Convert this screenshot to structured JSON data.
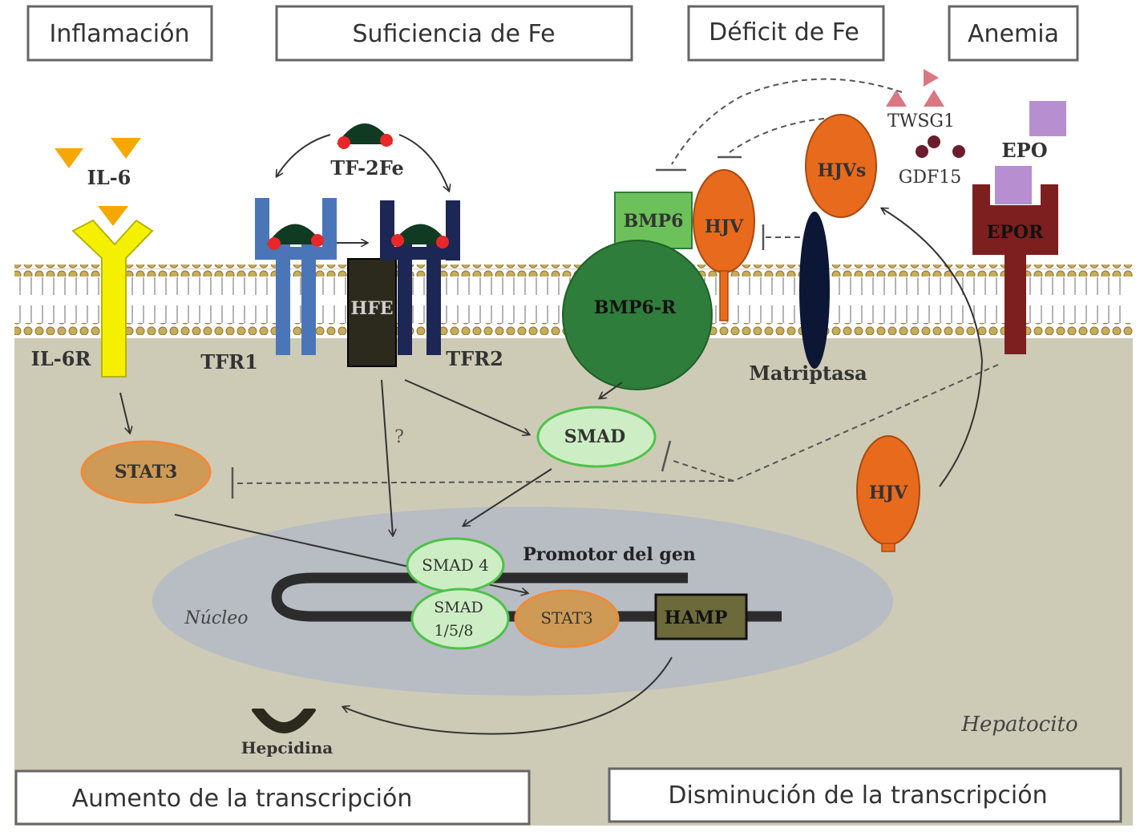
{
  "headers": {
    "inflamacion": "Inflamación",
    "suficiencia": "Suficiencia de Fe",
    "deficit": "Déficit de Fe",
    "anemia": "Anemia"
  },
  "footers": {
    "aumento": "Aumento de la transcripción",
    "disminucion": "Disminución de la transcripción"
  },
  "labels": {
    "il6": "IL-6",
    "il6r": "IL-6R",
    "tf2fe": "TF-2Fe",
    "tfr1": "TFR1",
    "tfr2": "TFR2",
    "hfe": "HFE",
    "bmp6": "BMP6",
    "bmp6r": "BMP6-R",
    "hjv": "HJV",
    "hjvs": "HJVs",
    "twsg1": "TWSG1",
    "gdf15": "GDF15",
    "epo": "EPO",
    "epor": "EPOR",
    "matriptasa": "Matriptasa",
    "smad": "SMAD",
    "stat3": "STAT3",
    "question": "?",
    "smad4": "SMAD 4",
    "smad158_a": "SMAD",
    "smad158_b": "1/5/8",
    "promotor": "Promotor del gen",
    "hamp": "HAMP",
    "nucleo": "Núcleo",
    "hepcidina": "Hepcidina",
    "hepatocito": "Hepatocito"
  },
  "colors": {
    "cytoplasm": "#cdcbb6",
    "nucleus": "#b8bcc3",
    "membrane_head": "#c7ac5a",
    "il6": "#f6a800",
    "il6r": "#f4f000",
    "tfr1": "#4a76b8",
    "tfr2": "#1c2755",
    "hfe": "#2b2a1c",
    "bmp6": "#6cc15a",
    "bmp6r": "#2f7d3a",
    "hjv": "#e86a1c",
    "matriptasa": "#0b1735",
    "epor": "#7d1f1f",
    "epo": "#b78fd0",
    "smad_fill": "#cdeec4",
    "smad_stroke": "#4ec24a",
    "stat3_fill": "#cf9a55",
    "stat3_stroke": "#f08a3a",
    "hamp": "#6c6a3a"
  }
}
